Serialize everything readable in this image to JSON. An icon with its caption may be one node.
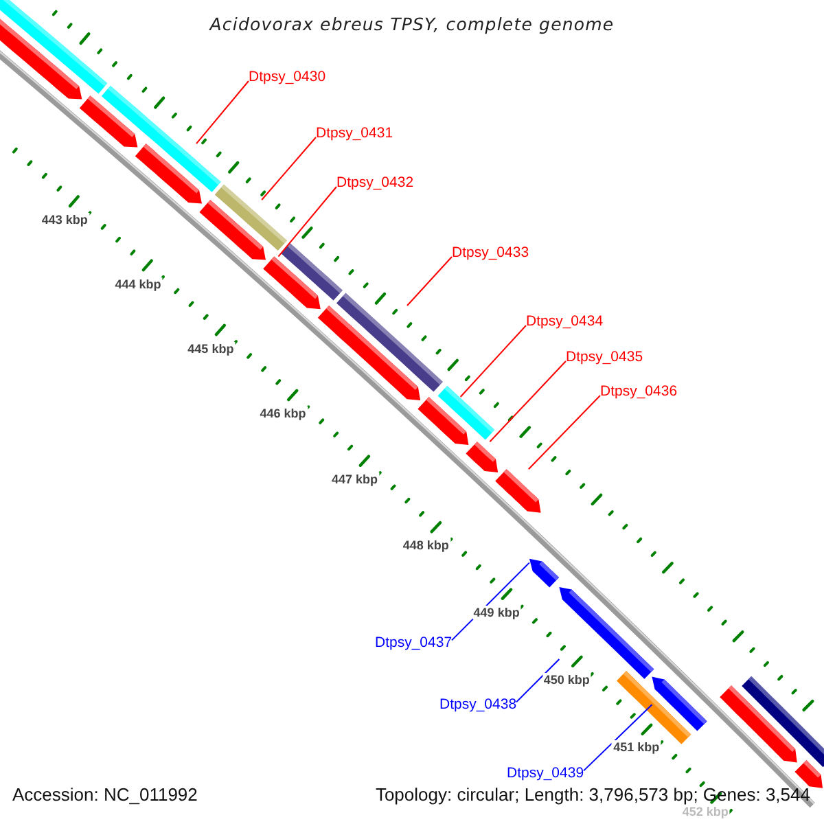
{
  "diagram": {
    "title": "Acidovorax ebreus TPSY, complete genome",
    "nodes": [
      {
        "text": [
          "Dtpsy_0430"
        ]
      },
      {
        "text": [
          "Dtpsy_0431"
        ]
      },
      {
        "text": [
          "Dtpsy_0432"
        ]
      },
      {
        "text": [
          "Dtpsy_0433"
        ]
      },
      {
        "text": [
          "Dtpsy_0434"
        ]
      },
      {
        "text": [
          "Dtpsy_0435"
        ]
      },
      {
        "text": [
          "Dtpsy_0436"
        ]
      },
      {
        "text": [
          "Dtpsy_0437"
        ]
      },
      {
        "text": [
          "Dtpsy_0438"
        ]
      },
      {
        "text": [
          "Dtpsy_0439"
        ]
      },
      {
        "text": [],
        "shape": "arrow"
      },
      {
        "text": [],
        "shape": "arrow"
      },
      {
        "text": [],
        "shape": "arrow"
      },
      {
        "text": [],
        "shape": "arrow"
      },
      {
        "text": [],
        "shape": "arrow"
      },
      {
        "text": [],
        "shape": "arrow"
      },
      {
        "text": [],
        "shape": "arrow"
      },
      {
        "text": [],
        "shape": "arrow"
      },
      {
        "text": [],
        "shape": "arrow"
      },
      {
        "text": [],
        "shape": "arrow"
      },
      {
        "text": [],
        "shape": "arrow"
      },
      {
        "text": [],
        "shape": "bar"
      },
      {
        "text": [],
        "shape": "bar"
      },
      {
        "text": [],
        "shape": "bar"
      },
      {
        "text": [],
        "shape": "bar"
      },
      {
        "text": [],
        "shape": "bar"
      },
      {
        "text": [],
        "shape": "bar"
      },
      {
        "text": [],
        "shape": "bar"
      },
      {
        "text": [],
        "shape": "arrow"
      },
      {
        "text": [],
        "shape": "arrow"
      },
      {
        "text": [],
        "shape": "arrow"
      },
      {
        "text": [],
        "shape": "bar"
      }
    ],
    "edges": [
      {
        "from": 0,
        "to": 12,
        "arrow": "none"
      },
      {
        "from": 1,
        "to": 13,
        "arrow": "none"
      },
      {
        "from": 2,
        "to": 14,
        "arrow": "none"
      },
      {
        "from": 3,
        "to": 15,
        "arrow": "none"
      },
      {
        "from": 4,
        "to": 16,
        "arrow": "none"
      },
      {
        "from": 5,
        "to": 17,
        "arrow": "none"
      },
      {
        "from": 6,
        "to": 18,
        "arrow": "none"
      },
      {
        "from": 7,
        "to": 28,
        "arrow": "none",
        "color": "#0000ff"
      },
      {
        "from": 8,
        "to": 29,
        "arrow": "none",
        "color": "#0000ff"
      },
      {
        "from": 9,
        "to": 30,
        "arrow": "none",
        "color": "#0000ff"
      }
    ],
    "labels": [
      "443 kbp",
      "444 kbp",
      "445 kbp",
      "446 kbp",
      "447 kbp",
      "448 kbp",
      "449 kbp",
      "450 kbp",
      "451 kbp",
      "452 kbp",
      "Accession: NC_011992",
      "Topology: circular; Length: 3,796,573 bp; Genes: 3,544"
    ]
  }
}
